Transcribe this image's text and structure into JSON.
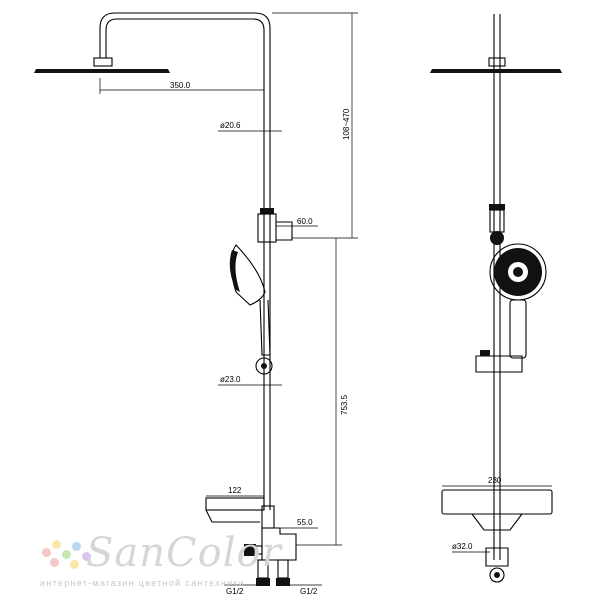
{
  "dimensions": {
    "overhead_arm": "350.0",
    "riser_dia": "ø20.6",
    "height_range": "108~470",
    "slide_offset": "60.0",
    "lower_dia": "ø23.0",
    "lower_height": "753.5",
    "shelf_depth": "122",
    "valve_offset": "55.0",
    "thread_left": "G1/2",
    "thread_right": "G1/2",
    "shelf_width": "230",
    "base_dia": "ø32.0"
  },
  "watermark": {
    "brand": "SanColor",
    "tagline": "интернет-магазин цветной сантехники",
    "dot_colors": [
      "#f7c7c7",
      "#f9e6a8",
      "#c8e6b0",
      "#b9d8f2",
      "#d9c4ee"
    ]
  }
}
